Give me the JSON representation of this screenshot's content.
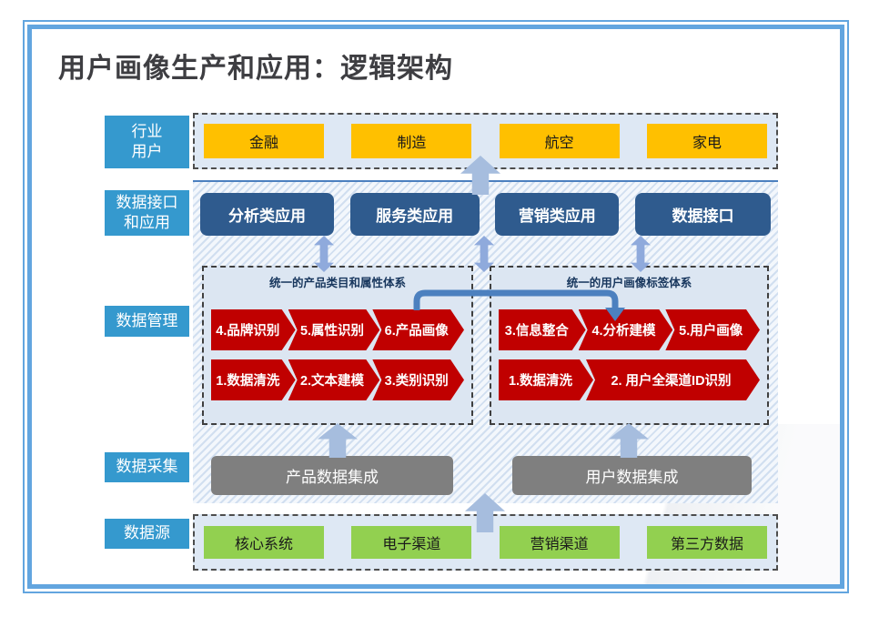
{
  "title": "用户画像生产和应用：逻辑架构",
  "layers": {
    "industry": {
      "label_lines": [
        "行业",
        "用户"
      ],
      "items": [
        "金融",
        "制造",
        "航空",
        "家电"
      ]
    },
    "applications": {
      "label_lines": [
        "数据接口",
        "和应用"
      ],
      "items": [
        "分析类应用",
        "服务类应用",
        "营销类应用",
        "数据接口"
      ]
    },
    "management": {
      "label_lines": [
        "数据管理"
      ],
      "product_system": {
        "title": "统一的产品类目和属性体系",
        "row1": [
          "4.品牌识别",
          "5.属性识别",
          "6.产品画像"
        ],
        "row2": [
          "1.数据清洗",
          "2.文本建模",
          "3.类别识别"
        ]
      },
      "user_system": {
        "title": "统一的用户画像标签体系",
        "row1": [
          "3.信息整合",
          "4.分析建模",
          "5.用户画像"
        ],
        "row2": [
          "1.数据清洗",
          "2. 用户全渠道ID识别"
        ]
      }
    },
    "collection": {
      "label_lines": [
        "数据采集"
      ],
      "items": [
        "产品数据集成",
        "用户数据集成"
      ]
    },
    "sources": {
      "label_lines": [
        "数据源"
      ],
      "items": [
        "核心系统",
        "电子渠道",
        "营销渠道",
        "第三方数据"
      ]
    }
  },
  "colors": {
    "frame_blue": "#62A5DF",
    "label_blue": "#3599CE",
    "industry_yellow": "#FFC000",
    "application_navy": "#2F5B8E",
    "process_red": "#C00000",
    "collection_gray": "#7F7F7F",
    "source_green": "#92D050",
    "flow_arrow_blue": "#A6BDDE",
    "bidirectional_arrow_blue": "#8FAADC",
    "cross_link_blue": "#4C80BF",
    "panel_tint": "#DCE6F2"
  }
}
